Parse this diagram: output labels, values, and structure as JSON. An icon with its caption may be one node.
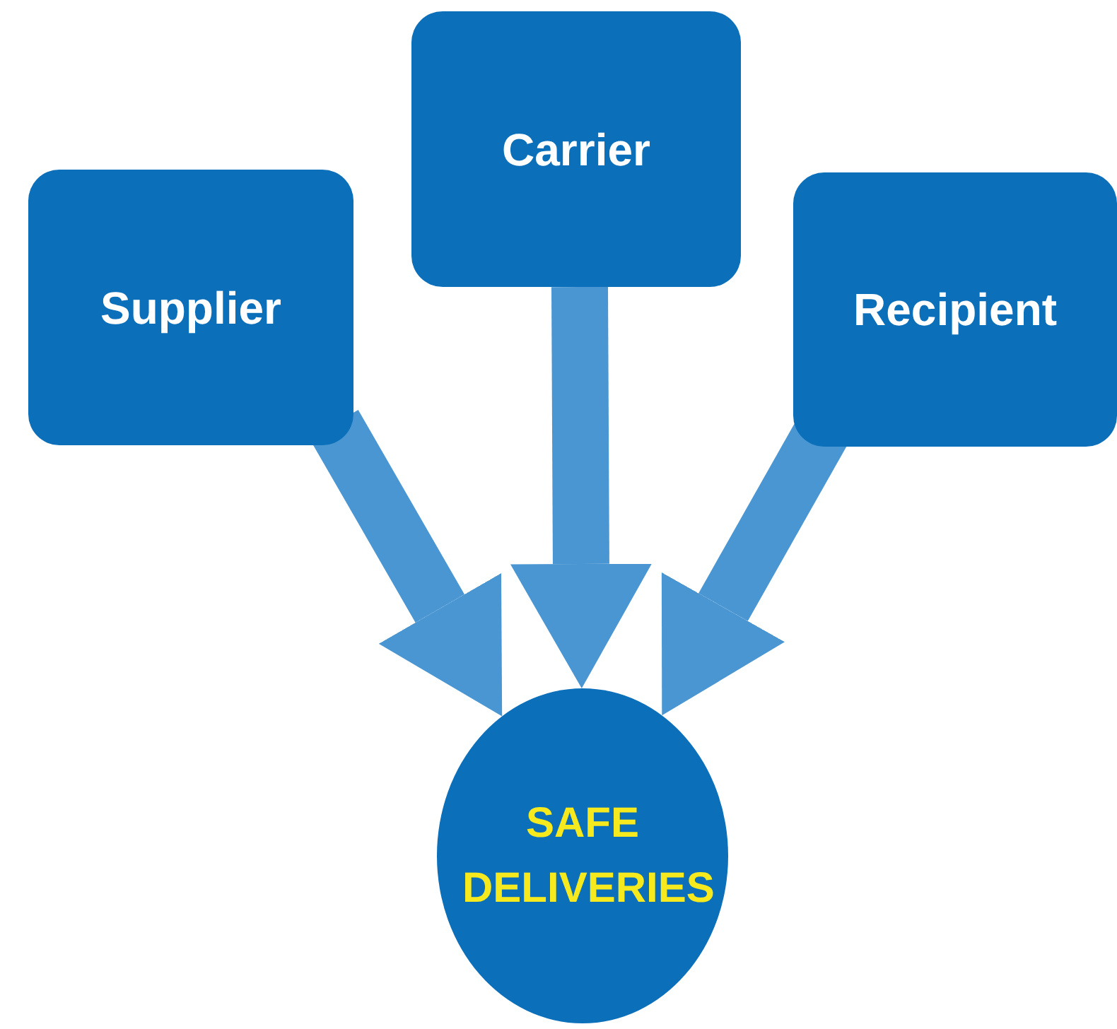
{
  "diagram": {
    "nodes": [
      {
        "text": [
          "Supplier"
        ]
      },
      {
        "text": [
          "Carrier"
        ]
      },
      {
        "text": [
          "Recipient"
        ]
      },
      {
        "text": [
          "SAFE DELIVERIES"
        ]
      }
    ],
    "edges": [
      {
        "from": 0,
        "to": 3,
        "arrow": "to"
      },
      {
        "from": 1,
        "to": 3,
        "arrow": "to"
      },
      {
        "from": 2,
        "to": 3,
        "arrow": "to"
      }
    ]
  }
}
